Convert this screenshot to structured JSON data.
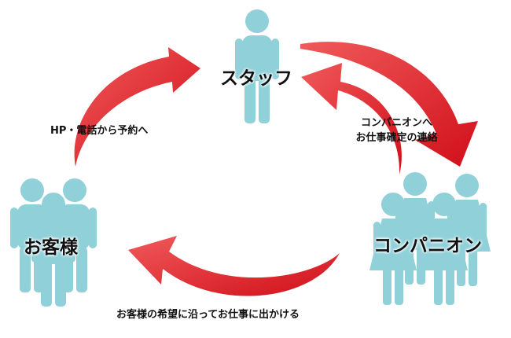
{
  "nodes": {
    "staff": {
      "label": "スタッフ"
    },
    "customer": {
      "label": "お客様"
    },
    "companion": {
      "label": "コンパニオン"
    }
  },
  "edges": {
    "customer_to_staff": {
      "label": "HP・電話から予約へ"
    },
    "staff_to_companion": {
      "label_line1": "コンパニオンへ",
      "label_line2": "お仕事確定の連絡"
    },
    "companion_to_customer": {
      "label": "お客様の希望に沿ってお仕事に出かける"
    }
  },
  "colors": {
    "figure": "#8fd0d9",
    "arrow": "#e0141e",
    "text": "#111111"
  }
}
